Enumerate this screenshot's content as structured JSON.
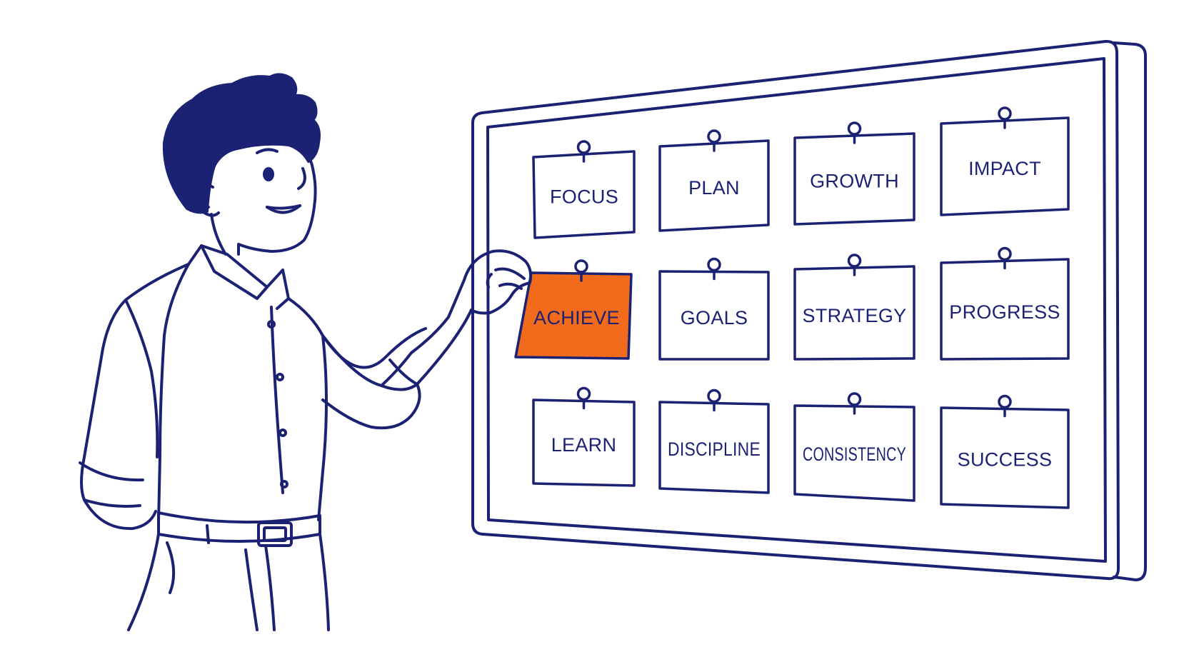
{
  "colors": {
    "ink": "#1c2273",
    "highlight": "#f26a1b",
    "paper": "#ffffff"
  },
  "board": {
    "cards": [
      {
        "label": "FOCUS",
        "highlighted": false
      },
      {
        "label": "PLAN",
        "highlighted": false
      },
      {
        "label": "GROWTH",
        "highlighted": false
      },
      {
        "label": "IMPACT",
        "highlighted": false
      },
      {
        "label": "ACHIEVE",
        "highlighted": true
      },
      {
        "label": "GOALS",
        "highlighted": false
      },
      {
        "label": "STRATEGY",
        "highlighted": false
      },
      {
        "label": "PROGRESS",
        "highlighted": false
      },
      {
        "label": "LEARN",
        "highlighted": false
      },
      {
        "label": "DISCIPLINE",
        "highlighted": false
      },
      {
        "label": "CONSISTENCY",
        "highlighted": false
      },
      {
        "label": "SUCCESS",
        "highlighted": false
      }
    ]
  }
}
